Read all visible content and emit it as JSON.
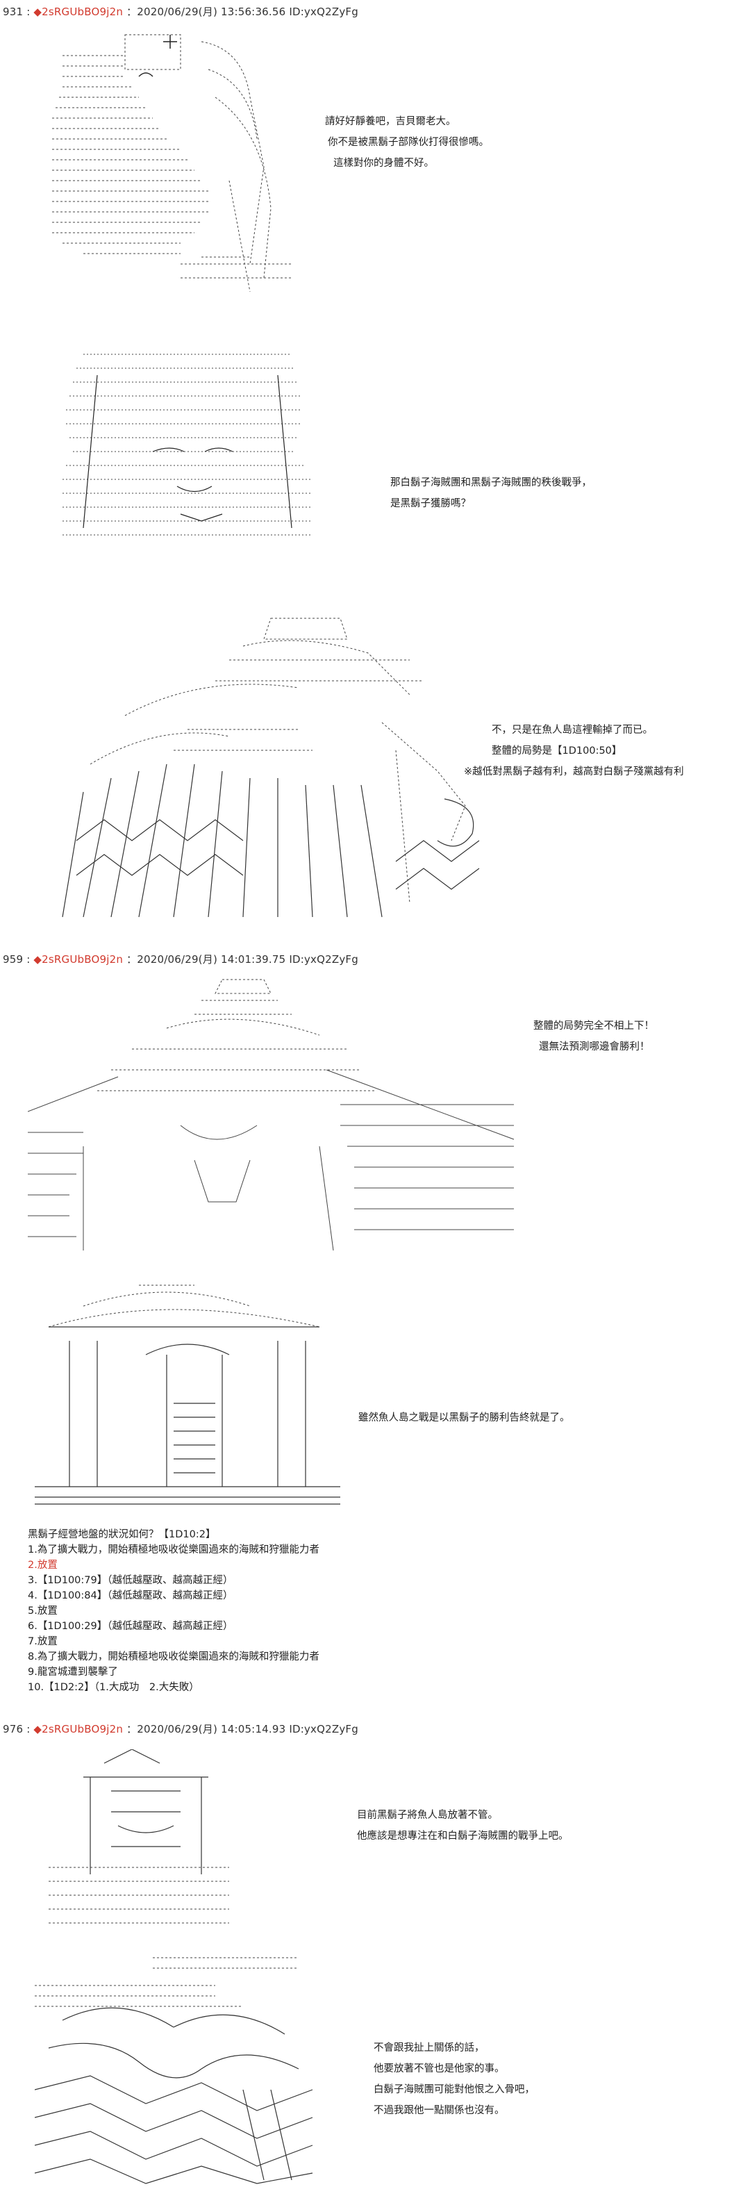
{
  "posts": [
    {
      "number": "931 :",
      "trip": "◆2sRGUbBO9j2n",
      "date": "：2020/06/29(月) 13:56:36.56 ID:yxQ2ZyFg",
      "panels": [
        {
          "lines": [
            "請好好靜養吧，吉貝爾老大。",
            "你不是被黑鬍子部隊伙打得很慘嗎。",
            "這樣對你的身體不好。"
          ]
        },
        {
          "lines": [
            "那白鬍子海賊團和黑鬍子海賊團的秩後戰爭，",
            "是黑鬍子獲勝嗎？"
          ]
        },
        {
          "lines": [
            "不，只是在魚人島這裡輸掉了而已。",
            "整體的局勢是【1D100:50】",
            "※越低對黑鬍子越有利，越高對白鬍子殘黨越有利"
          ]
        }
      ]
    },
    {
      "number": "959 :",
      "trip": "◆2sRGUbBO9j2n",
      "date": "：2020/06/29(月) 14:01:39.75 ID:yxQ2ZyFg",
      "panels": [
        {
          "lines": [
            "整體的局勢完全不相上下！",
            "還無法預測哪邊會勝利！"
          ]
        },
        {
          "lines": [
            "雖然魚人島之戰是以黑鬍子的勝利告終就是了。"
          ]
        }
      ],
      "choices": {
        "title": "黑鬍子經營地盤的狀況如何？【1D10:2】",
        "items": [
          "1.為了擴大戰力，開始積極地吸收從樂園過來的海賊和狩獵能力者",
          "2.放置",
          "3.【1D100:79】（越低越壓政、越高越正經）",
          "4.【1D100:84】（越低越壓政、越高越正經）",
          "5.放置",
          "6.【1D100:29】（越低越壓政、越高越正經）",
          "7.放置",
          "8.為了擴大戰力，開始積極地吸收從樂園過來的海賊和狩獵能力者",
          "9.龍宮城遭到襲擊了",
          "10.【1D2:2】（1.大成功　2.大失敗）"
        ]
      }
    },
    {
      "number": "976 :",
      "trip": "◆2sRGUbBO9j2n",
      "date": "：2020/06/29(月) 14:05:14.93 ID:yxQ2ZyFg",
      "panels": [
        {
          "lines": [
            "目前黑鬍子將魚人島放著不管。",
            "他應該是想專注在和白鬍子海賊團的戰爭上吧。"
          ]
        },
        {
          "lines": [
            "不會跟我扯上關係的話，",
            "他要放著不管也是他家的事。",
            "白鬍子海賊團可能對他恨之入骨吧，",
            "不過我跟他一點關係也沒有。"
          ]
        }
      ]
    }
  ],
  "colors": {
    "trip": "#d23b2f",
    "text": "#222222",
    "art": "#333333"
  }
}
